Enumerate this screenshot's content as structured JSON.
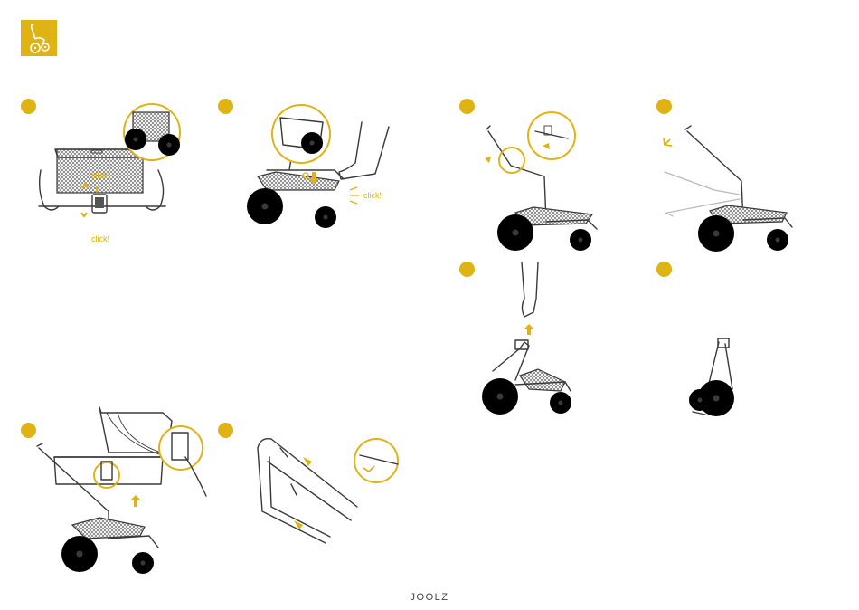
{
  "header": {
    "badge_color": "#e0b315",
    "icon": "stroller-icon"
  },
  "click_texts": [
    "click!",
    "click!",
    "click!"
  ],
  "footer": {
    "brand": "JOOLZ"
  },
  "colors": {
    "accent": "#e0b315",
    "line": "#3a3a3a"
  }
}
